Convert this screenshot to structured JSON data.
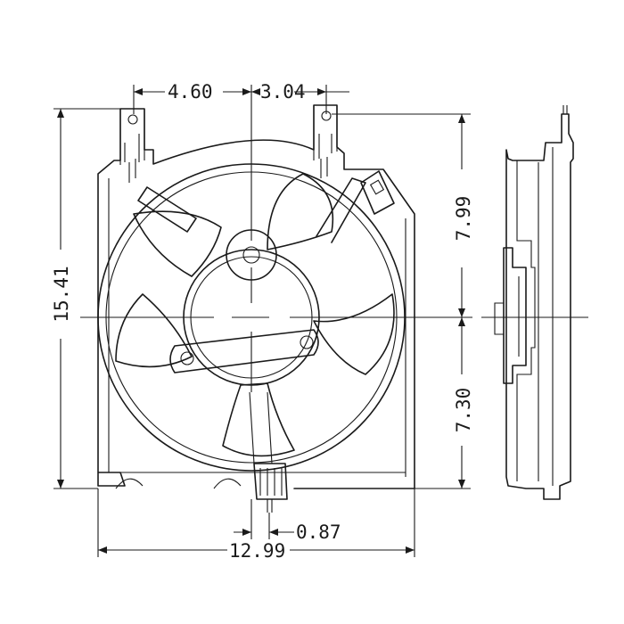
{
  "diagram": {
    "subject": "radiator cooling fan assembly",
    "views": [
      "front-view",
      "side-view"
    ]
  },
  "dimensions": {
    "top_left": "4.60",
    "top_right": "3.04",
    "right_upper": "7.99",
    "right_lower": "7.30",
    "left_height": "15.41",
    "bottom_offset": "0.87",
    "bottom_width": "12.99"
  }
}
